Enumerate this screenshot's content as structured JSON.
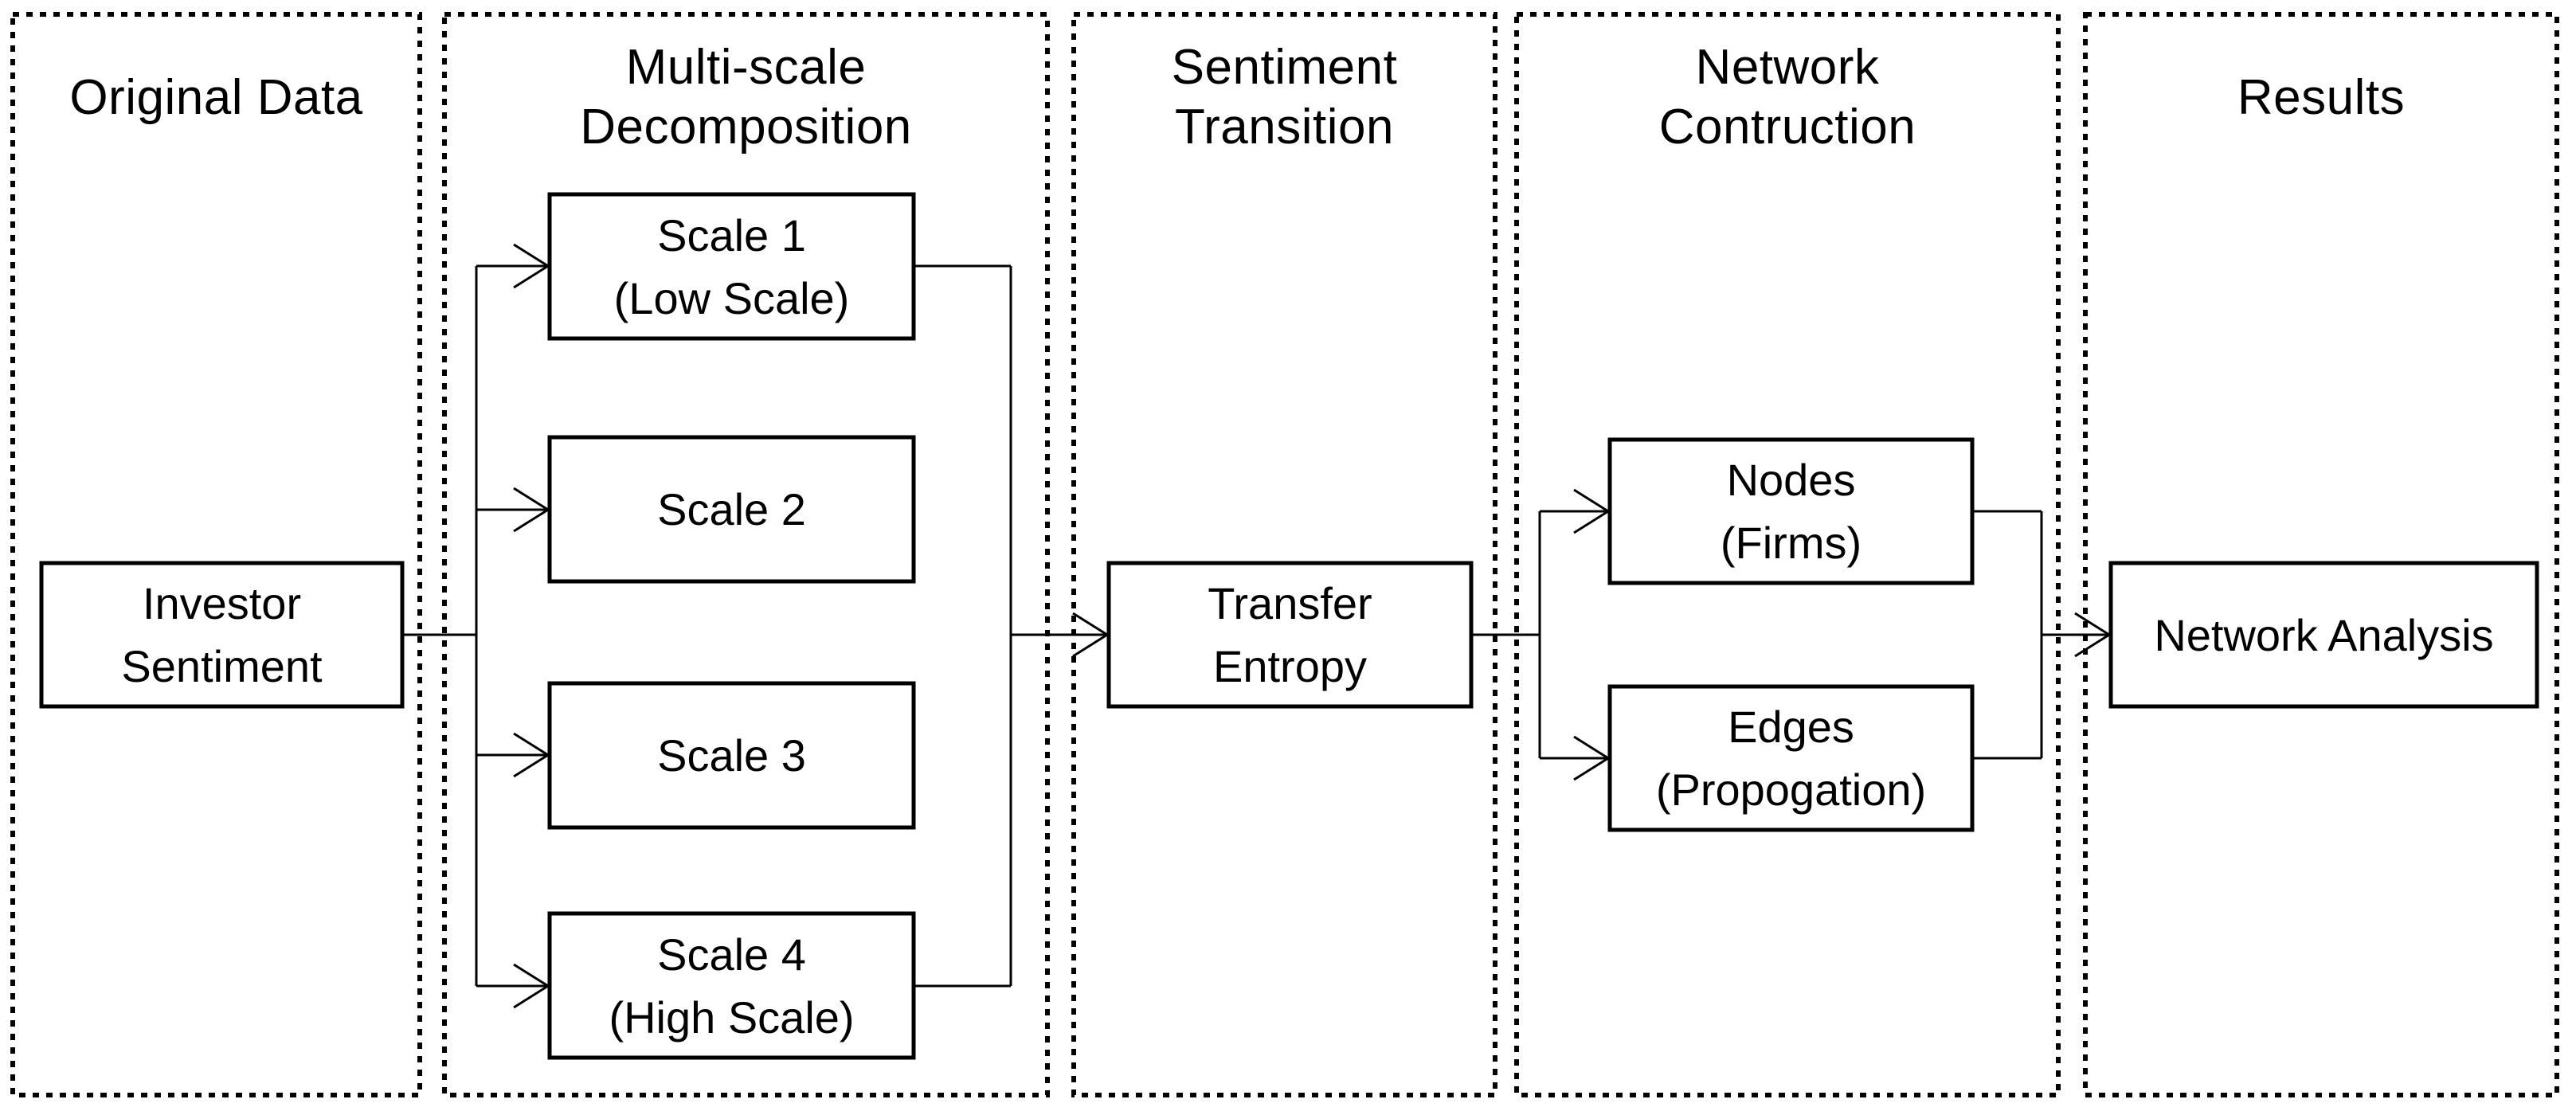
{
  "figure": {
    "background_color": "#ffffff",
    "line_color": "#000000",
    "text_color": "#000000"
  },
  "panels": [
    {
      "id": "original-data",
      "title_lines": [
        "Original Data"
      ]
    },
    {
      "id": "multiscale-decomposition",
      "title_lines": [
        "Multi-scale",
        "Decomposition"
      ]
    },
    {
      "id": "sentiment-transition",
      "title_lines": [
        "Sentiment",
        "Transition"
      ]
    },
    {
      "id": "network-construction",
      "title_lines": [
        "Network",
        "Contruction"
      ]
    },
    {
      "id": "results",
      "title_lines": [
        "Results"
      ]
    }
  ],
  "nodes": {
    "investor_sentiment": {
      "line1": "Investor",
      "line2": "Sentiment"
    },
    "scale_1": {
      "line1": "Scale 1",
      "line2": "(Low Scale)"
    },
    "scale_2": {
      "line1": "Scale 2"
    },
    "scale_3": {
      "line1": "Scale 3"
    },
    "scale_4": {
      "line1": "Scale 4",
      "line2": "(High Scale)"
    },
    "transfer_entropy": {
      "line1": "Transfer",
      "line2": "Entropy"
    },
    "nodes_firms": {
      "line1": "Nodes",
      "line2": "(Firms)"
    },
    "edges_propagation": {
      "line1": "Edges",
      "line2": "(Propogation)"
    },
    "network_analysis": {
      "line1": "Network Analysis"
    }
  }
}
